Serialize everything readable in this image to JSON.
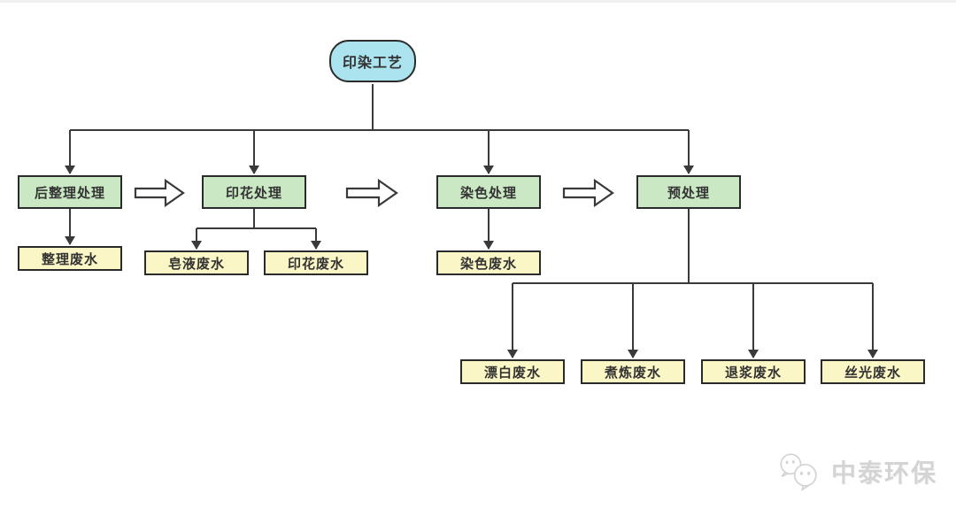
{
  "diagram": {
    "title_node": {
      "label": "印染工艺"
    },
    "stages": [
      {
        "id": "finishing",
        "label": "后整理处理"
      },
      {
        "id": "printing",
        "label": "印花处理"
      },
      {
        "id": "dyeing",
        "label": "染色处理"
      },
      {
        "id": "pretreatment",
        "label": "预处理"
      }
    ],
    "wastes": [
      {
        "id": "finishing-waste",
        "label": "整理废水",
        "parent": "后整理处理"
      },
      {
        "id": "soap-waste",
        "label": "皂液废水",
        "parent": "印花处理"
      },
      {
        "id": "printing-waste",
        "label": "印花废水",
        "parent": "印花处理"
      },
      {
        "id": "dyeing-waste",
        "label": "染色废水",
        "parent": "染色处理"
      },
      {
        "id": "bleaching-waste",
        "label": "漂白废水",
        "parent": "预处理"
      },
      {
        "id": "scouring-waste",
        "label": "煮炼废水",
        "parent": "预处理"
      },
      {
        "id": "desizing-waste",
        "label": "退浆废水",
        "parent": "预处理"
      },
      {
        "id": "mercerizing-waste",
        "label": "丝光废水",
        "parent": "预处理"
      }
    ],
    "flow_arrows": "hollow right-pointing arrows between stage boxes"
  },
  "watermark": {
    "brand": "中泰环保",
    "icon": "wechat-icon"
  },
  "colors": {
    "root-fill": "#abe3ee",
    "stage-fill": "#cbe8c4",
    "waste-fill": "#fbf6c5",
    "line": "#3a3a3a",
    "box-border": "#2b2b2b",
    "watermark": "#d4d4d4",
    "top-strip": "#f0f0f0"
  }
}
